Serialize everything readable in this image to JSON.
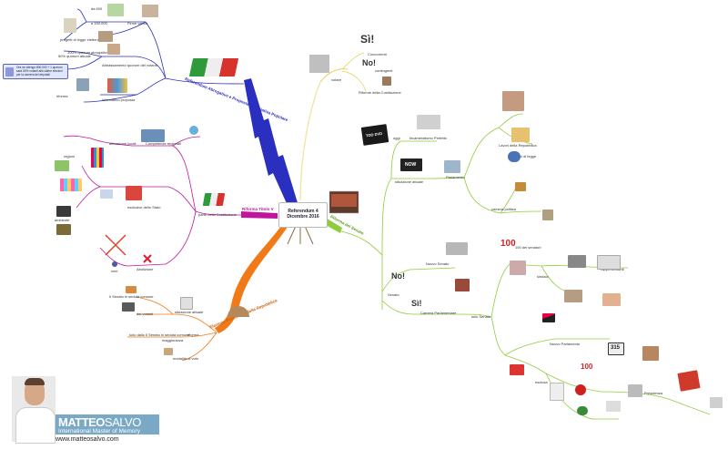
{
  "center": {
    "title": "Referendum 4 Dicembre 2016"
  },
  "branches": {
    "blue": {
      "label": "Referendum Abrogativo e Proposta di Iniziativa Popolare",
      "color": "#2a2fbf"
    },
    "magenta": {
      "label": "Riforma Titolo V",
      "color": "#c0159c"
    },
    "orange": {
      "label": "Elezione Presidente della Repubblica",
      "color": "#f07a18"
    },
    "green": {
      "label": "Riforma del Senato",
      "color": "#8fcc3a"
    },
    "yellow": {
      "label": "votare",
      "color": "#e8d05a"
    }
  },
  "legend": {
    "text": "Ora se ottengo 800.000 + 1 quorum sarà 50% votanti alle ultime elezioni per la camera dei deputati"
  },
  "labels": {
    "blue": [
      "da 500",
      "a 150.000",
      "Firme vanno",
      "progetti di legge elettorale",
      "100% quorum abrogativo",
      "50% quorum attuale",
      "riforma",
      "informatico proposta",
      "Abbassamento quorum del votanti"
    ],
    "magenta": [
      "attivazione locali",
      "Competenze regionali",
      "parte della Costituzione",
      "Abolizione",
      "cnel",
      "regioni",
      "ambiente",
      "esclusive dello Stato"
    ],
    "orange": [
      "Il Senato in seduta comune",
      "situazione attuale",
      "dei votanti",
      "riforma",
      "solo dallo Il Senato in seduta comune",
      "maggioranza",
      "modalità di voto"
    ],
    "yellow": [
      "Concorrenti",
      "No",
      "contingenti",
      "Riforme della Costituzione"
    ],
    "green": [
      "oggi",
      "bicameralismo Perfetto",
      "situazione attuale",
      "Parlamento",
      "Gruppi di legge",
      "camera politica",
      "Lavori della Repubblica",
      "Senato",
      "100",
      "solo Senato",
      "Camera Parlamentare",
      "Nuovo Senato",
      "sindaci",
      "100 dei senatori",
      "rappresentanti",
      "Nuovo Parlamento",
      "esclusa",
      "Presidenza"
    ]
  },
  "icons": {
    "si": "Sì!",
    "no": "No!",
    "hundred": "100",
    "tvbox": "TOO DVD",
    "now": "NOW",
    "three15": "315"
  },
  "brand": {
    "first": "MATTEO",
    "last": "SALVO",
    "tagline": "International Master of Memory",
    "url": "www.matteosalvo.com"
  }
}
